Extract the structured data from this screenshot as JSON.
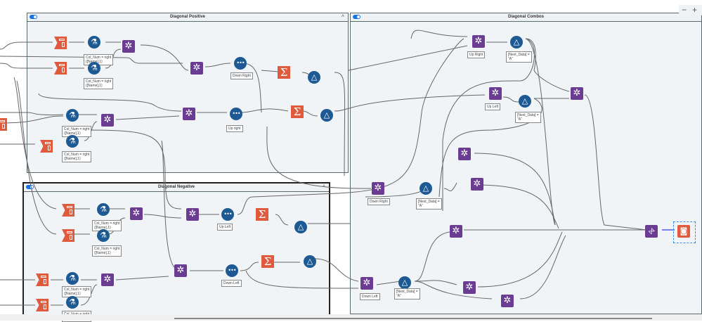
{
  "containers": [
    {
      "id": "diag-pos",
      "title": "Diagonal Positive",
      "collapse_icon": "^"
    },
    {
      "id": "diag-neg",
      "title": "Diagonal Negative",
      "collapse_icon": "^"
    },
    {
      "id": "diag-combo",
      "title": "Diagonal Combos",
      "collapse_icon": ""
    }
  ],
  "annotations": {
    "col_num": "Col_Num = right\n([Name],1)",
    "next_data": "[Next_Data] =\n\"A\"",
    "down_right": "Down Right",
    "up_right": "Up right",
    "up_left": "Up Left",
    "down_left": "Down Left",
    "combo_up_right": "Up Right",
    "combo_up_left": "Up Left",
    "combo_down_right": "Down Right",
    "combo_down_left": "Down Left"
  },
  "zoom_control": {
    "minus": "−",
    "plus": "+"
  },
  "colors": {
    "input": "#e05a3e",
    "formula": "#1d5a94",
    "join": "#6a3d93",
    "anchor": "#9ccc3a",
    "selection": "#3a8ee6"
  }
}
